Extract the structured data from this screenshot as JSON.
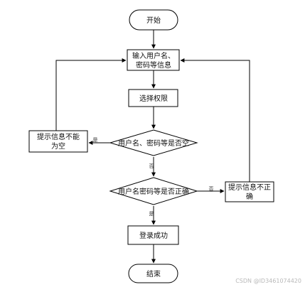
{
  "nodes": {
    "start": "开始",
    "input_line1": "输入用户名、",
    "input_line2": "密码等信息",
    "select_permission": "选择权限",
    "check_empty": "用户名、密码等是否空",
    "hint_left_line1": "提示信息不能",
    "hint_left_line2": "为空",
    "check_correct": "用户名密码等是否正确",
    "hint_right_line1": "提示信息不正",
    "hint_right_line2": "确",
    "login_success": "登录成功",
    "end": "结束"
  },
  "edges": {
    "empty_yes": "是",
    "empty_no": "否",
    "correct_no": "否",
    "correct_yes": "是"
  },
  "watermark": "CSDN @ID3461074420",
  "colors": {
    "stroke": "#000000",
    "text": "#111111",
    "watermark": "#b8b8b8"
  }
}
